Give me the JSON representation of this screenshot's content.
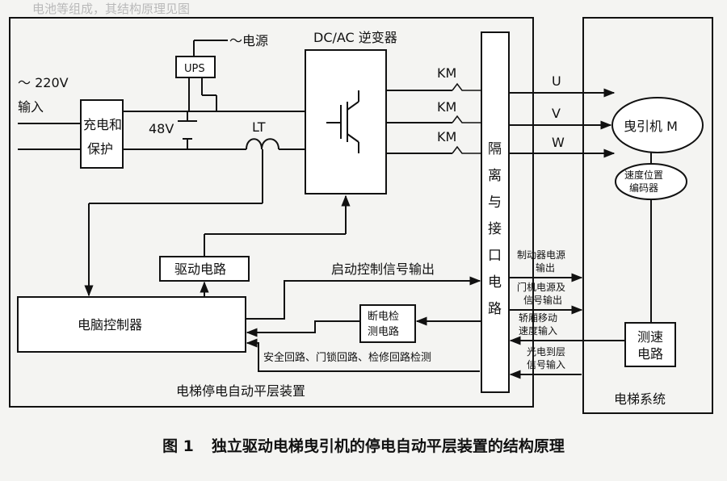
{
  "header_fragment": "电池等组成，其结构原理见图",
  "labels": {
    "ac_source": "～电源",
    "ups": "UPS",
    "inverter": "DC/AC 逆变器",
    "input_voltage": "～ 220V",
    "input": "输入",
    "charger_line1": "充电和",
    "charger_line2": "保护",
    "battery_voltage": "48V",
    "current_sensor": "LT",
    "contactor": "KM",
    "isolation_chars": [
      "隔",
      "离",
      "与",
      "接",
      "口",
      "电",
      "路"
    ],
    "phase_u": "U",
    "phase_v": "V",
    "phase_w": "W",
    "traction_machine": "曳引机 M",
    "encoder_line1": "速度位置",
    "encoder_line2": "编码器",
    "drive_circuit": "驱动电路",
    "start_signal_out": "启动控制信号输出",
    "computer_controller": "电脑控制器",
    "power_off_detect_line1": "断电检",
    "power_off_detect_line2": "测电路",
    "safety_check": "安全回路、门锁回路、检修回路检测",
    "brake_power_line1": "制动器电源",
    "brake_power_line2": "输出",
    "door_power_line1": "门机电源及",
    "door_power_line2": "信号输出",
    "car_speed_line1": "轿厢移动",
    "car_speed_line2": "速度输入",
    "photo_level_line1": "光电到层",
    "photo_level_line2": "信号输入",
    "speed_measure_line1": "测速",
    "speed_measure_line2": "电路",
    "device_name": "电梯停电自动平层装置",
    "elevator_system": "电梯系统"
  },
  "caption": {
    "number": "图 1",
    "text": "独立驱动电梯曳引机的停电自动平层装置的结构原理"
  }
}
